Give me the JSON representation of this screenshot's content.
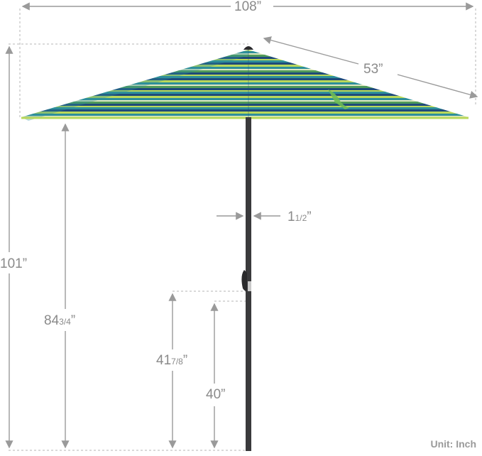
{
  "dimensions": {
    "width_total": "108”",
    "canopy_rib": "53”",
    "total_height": "101”",
    "clearance_main": "84",
    "clearance_frac": "3/4",
    "crank_height_main": "41",
    "crank_height_frac": "7/8",
    "tilt_height": "40”",
    "pole_diameter_main": "1",
    "pole_diameter_frac": "1/2"
  },
  "unit_label": "Unit: Inch",
  "colors": {
    "dimension_line": "#9a9a9a",
    "pole": "#3a3a3c",
    "stripe_navy": "#1f4a7a",
    "stripe_teal": "#2e8f9a",
    "stripe_lime": "#b9d85a",
    "stripe_green": "#4f9a5a",
    "stripe_pale": "#dfe9c2"
  },
  "icons": [
    "umbrella-canopy",
    "umbrella-pole",
    "crank-handle"
  ]
}
